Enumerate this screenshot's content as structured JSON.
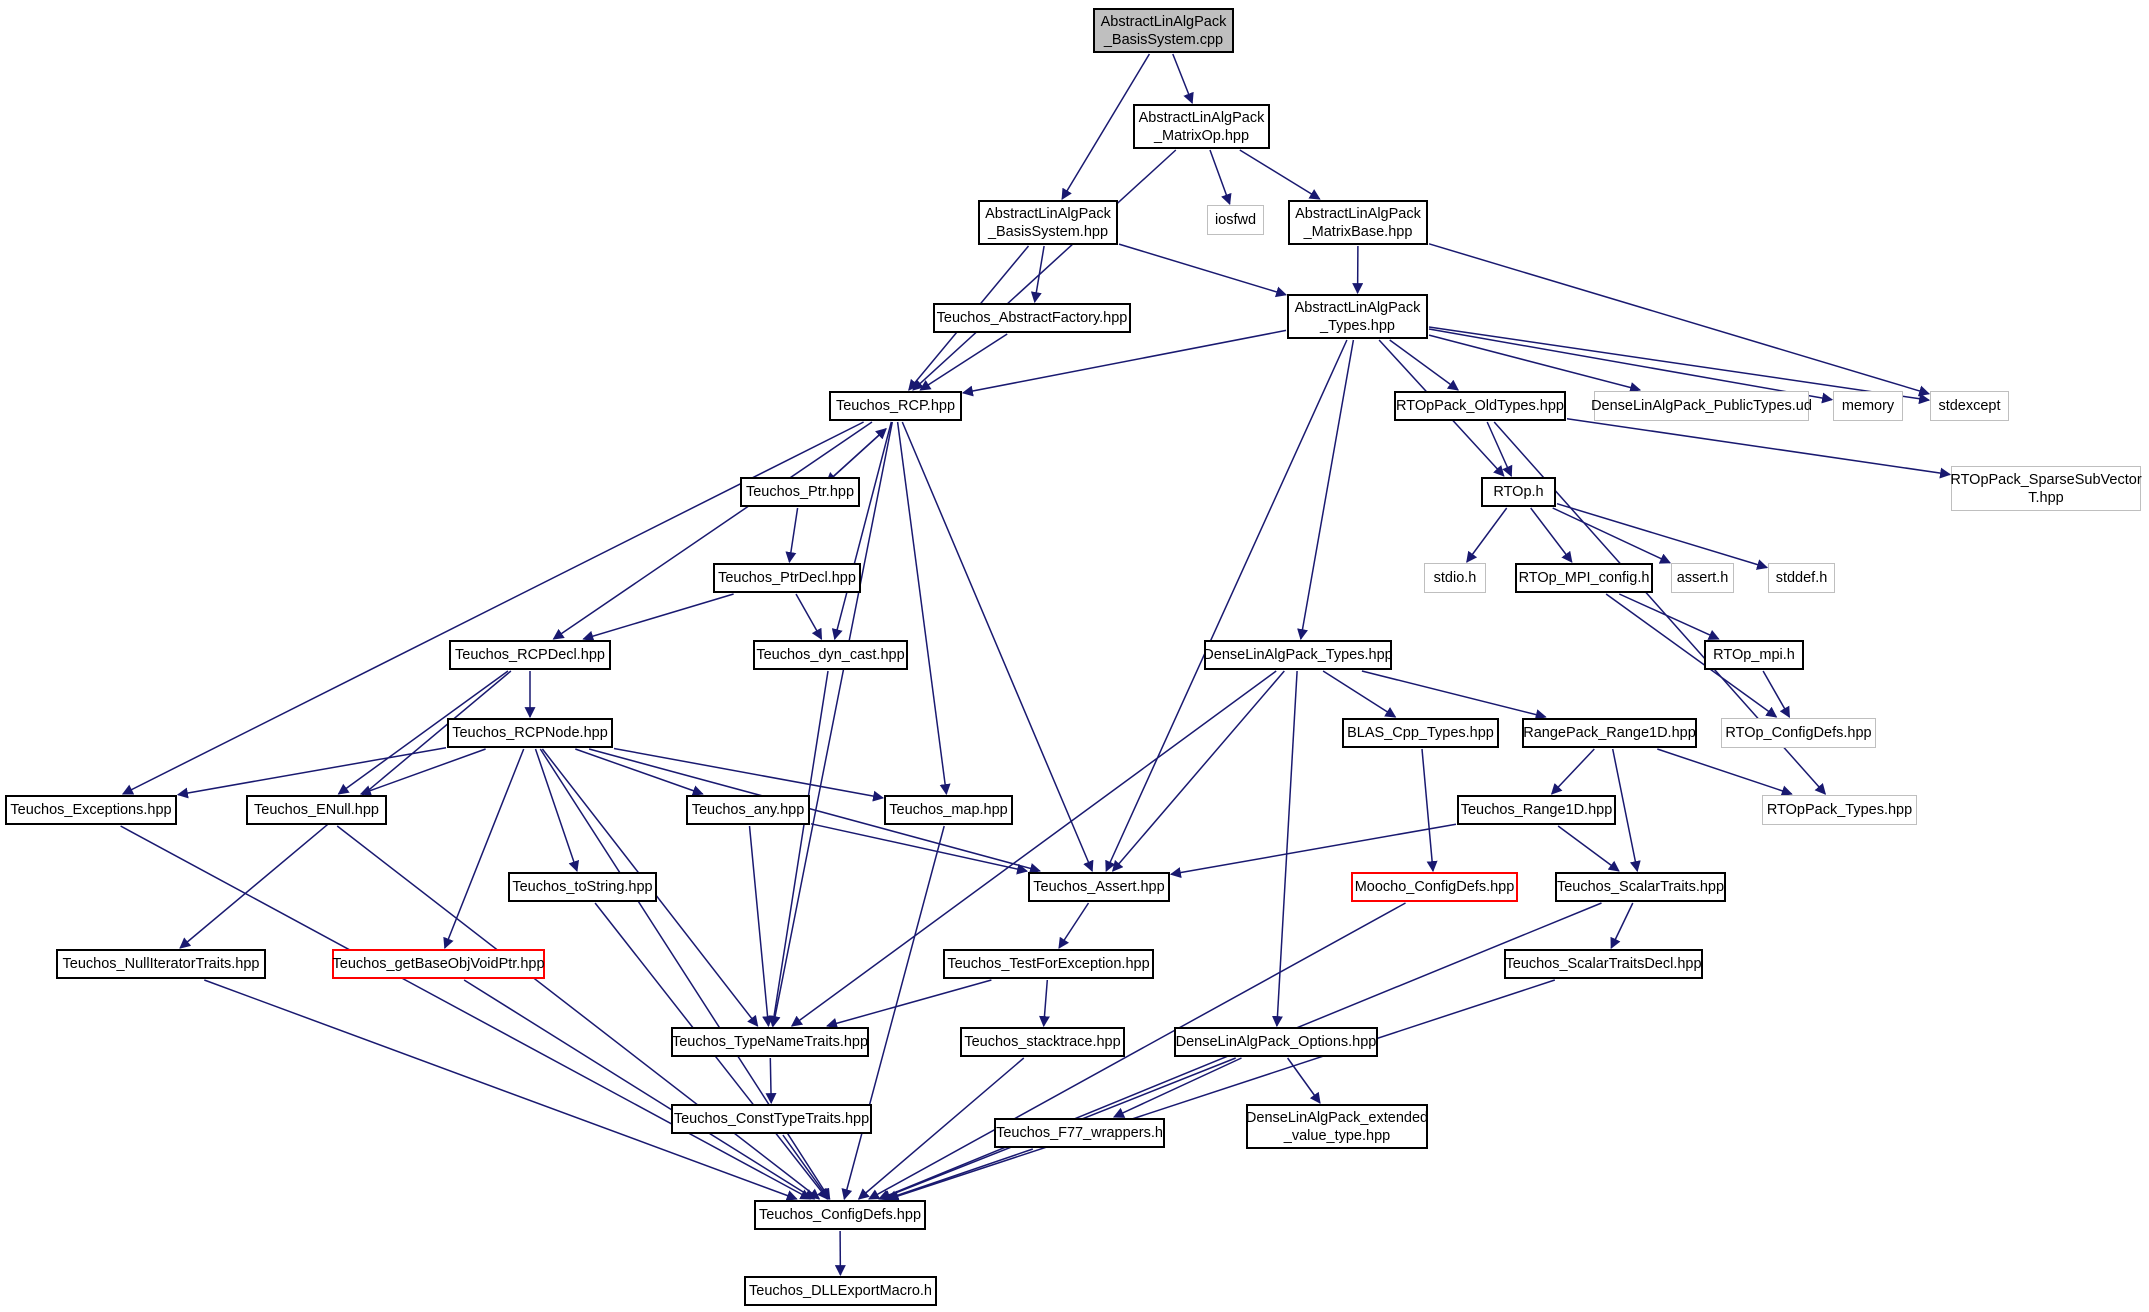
{
  "diagram": {
    "colors": {
      "edge": "#191970",
      "border": "#000000",
      "external_border": "#bfbfbf",
      "warning_border": "#ff0000",
      "root_fill": "#bfbfbf"
    },
    "nodes": [
      {
        "id": "root",
        "label": "AbstractLinAlgPack\n_BasisSystem.cpp",
        "style": "root"
      },
      {
        "id": "matrixop",
        "label": "AbstractLinAlgPack\n_MatrixOp.hpp",
        "style": "normal"
      },
      {
        "id": "basissys_hpp",
        "label": "AbstractLinAlgPack\n_BasisSystem.hpp",
        "style": "normal"
      },
      {
        "id": "iosfwd",
        "label": "iosfwd",
        "style": "external"
      },
      {
        "id": "matrixbase",
        "label": "AbstractLinAlgPack\n_MatrixBase.hpp",
        "style": "normal"
      },
      {
        "id": "absfactory",
        "label": "Teuchos_AbstractFactory.hpp",
        "style": "normal"
      },
      {
        "id": "alp_types",
        "label": "AbstractLinAlgPack\n_Types.hpp",
        "style": "normal"
      },
      {
        "id": "rcp",
        "label": "Teuchos_RCP.hpp",
        "style": "normal"
      },
      {
        "id": "oldtypes",
        "label": "RTOpPack_OldTypes.hpp",
        "style": "normal"
      },
      {
        "id": "publictypes",
        "label": "DenseLinAlgPack_PublicTypes.ud",
        "style": "external"
      },
      {
        "id": "memory",
        "label": "memory",
        "style": "external"
      },
      {
        "id": "stdexcept",
        "label": "stdexcept",
        "style": "external"
      },
      {
        "id": "ptr",
        "label": "Teuchos_Ptr.hpp",
        "style": "normal"
      },
      {
        "id": "rtop_h",
        "label": "RTOp.h",
        "style": "normal"
      },
      {
        "id": "sparsesub",
        "label": "RTOpPack_SparseSubVector\nT.hpp",
        "style": "external"
      },
      {
        "id": "ptrdecl",
        "label": "Teuchos_PtrDecl.hpp",
        "style": "normal"
      },
      {
        "id": "stdio",
        "label": "stdio.h",
        "style": "external"
      },
      {
        "id": "mpiconfig",
        "label": "RTOp_MPI_config.h",
        "style": "normal"
      },
      {
        "id": "assert_h",
        "label": "assert.h",
        "style": "external"
      },
      {
        "id": "stddef",
        "label": "stddef.h",
        "style": "external"
      },
      {
        "id": "rcpdecl",
        "label": "Teuchos_RCPDecl.hpp",
        "style": "normal"
      },
      {
        "id": "dyncast",
        "label": "Teuchos_dyn_cast.hpp",
        "style": "normal"
      },
      {
        "id": "dla_types",
        "label": "DenseLinAlgPack_Types.hpp",
        "style": "normal"
      },
      {
        "id": "rtop_mpi",
        "label": "RTOp_mpi.h",
        "style": "normal"
      },
      {
        "id": "rcpnode",
        "label": "Teuchos_RCPNode.hpp",
        "style": "normal"
      },
      {
        "id": "blas",
        "label": "BLAS_Cpp_Types.hpp",
        "style": "normal"
      },
      {
        "id": "range1d_rp",
        "label": "RangePack_Range1D.hpp",
        "style": "normal"
      },
      {
        "id": "rtop_configdefs",
        "label": "RTOp_ConfigDefs.hpp",
        "style": "external"
      },
      {
        "id": "exceptions",
        "label": "Teuchos_Exceptions.hpp",
        "style": "normal"
      },
      {
        "id": "enull",
        "label": "Teuchos_ENull.hpp",
        "style": "normal"
      },
      {
        "id": "any",
        "label": "Teuchos_any.hpp",
        "style": "normal"
      },
      {
        "id": "map",
        "label": "Teuchos_map.hpp",
        "style": "normal"
      },
      {
        "id": "range1d_t",
        "label": "Teuchos_Range1D.hpp",
        "style": "normal"
      },
      {
        "id": "rtoppack_types",
        "label": "RTOpPack_Types.hpp",
        "style": "external"
      },
      {
        "id": "tostring",
        "label": "Teuchos_toString.hpp",
        "style": "normal"
      },
      {
        "id": "assert",
        "label": "Teuchos_Assert.hpp",
        "style": "normal"
      },
      {
        "id": "moocho",
        "label": "Moocho_ConfigDefs.hpp",
        "style": "warning"
      },
      {
        "id": "scalartraits",
        "label": "Teuchos_ScalarTraits.hpp",
        "style": "normal"
      },
      {
        "id": "nulliter",
        "label": "Teuchos_NullIteratorTraits.hpp",
        "style": "normal"
      },
      {
        "id": "getbase",
        "label": "Teuchos_getBaseObjVoidPtr.hpp",
        "style": "warning"
      },
      {
        "id": "testforexc",
        "label": "Teuchos_TestForException.hpp",
        "style": "normal"
      },
      {
        "id": "scalartraitsdecl",
        "label": "Teuchos_ScalarTraitsDecl.hpp",
        "style": "normal"
      },
      {
        "id": "typenametraits",
        "label": "Teuchos_TypeNameTraits.hpp",
        "style": "normal"
      },
      {
        "id": "stacktrace",
        "label": "Teuchos_stacktrace.hpp",
        "style": "normal"
      },
      {
        "id": "dla_options",
        "label": "DenseLinAlgPack_Options.hpp",
        "style": "normal"
      },
      {
        "id": "consttypetraits",
        "label": "Teuchos_ConstTypeTraits.hpp",
        "style": "normal"
      },
      {
        "id": "f77",
        "label": "Teuchos_F77_wrappers.h",
        "style": "normal"
      },
      {
        "id": "extvalue",
        "label": "DenseLinAlgPack_extended\n_value_type.hpp",
        "style": "normal"
      },
      {
        "id": "configdefs",
        "label": "Teuchos_ConfigDefs.hpp",
        "style": "normal"
      },
      {
        "id": "dllexport",
        "label": "Teuchos_DLLExportMacro.h",
        "style": "normal"
      }
    ],
    "edges": [
      [
        "root",
        "matrixop"
      ],
      [
        "root",
        "basissys_hpp"
      ],
      [
        "matrixop",
        "iosfwd"
      ],
      [
        "matrixop",
        "matrixbase"
      ],
      [
        "matrixop",
        "rcp"
      ],
      [
        "basissys_hpp",
        "absfactory"
      ],
      [
        "basissys_hpp",
        "rcp"
      ],
      [
        "basissys_hpp",
        "alp_types"
      ],
      [
        "matrixbase",
        "alp_types"
      ],
      [
        "matrixbase",
        "stdexcept"
      ],
      [
        "absfactory",
        "rcp"
      ],
      [
        "alp_types",
        "rcp"
      ],
      [
        "alp_types",
        "oldtypes"
      ],
      [
        "alp_types",
        "publictypes"
      ],
      [
        "alp_types",
        "memory"
      ],
      [
        "alp_types",
        "stdexcept"
      ],
      [
        "alp_types",
        "rtop_h"
      ],
      [
        "alp_types",
        "dla_types"
      ],
      [
        "alp_types",
        "assert"
      ],
      [
        "rcp",
        "ptr"
      ],
      [
        "ptr",
        "rcp"
      ],
      [
        "ptr",
        "ptrdecl"
      ],
      [
        "rcp",
        "rcpdecl"
      ],
      [
        "rcp",
        "dyncast"
      ],
      [
        "rcp",
        "map"
      ],
      [
        "rcp",
        "assert"
      ],
      [
        "rcp",
        "typenametraits"
      ],
      [
        "rcp",
        "exceptions"
      ],
      [
        "oldtypes",
        "rtop_h"
      ],
      [
        "oldtypes",
        "sparsesub"
      ],
      [
        "oldtypes",
        "rtoppack_types"
      ],
      [
        "rtop_h",
        "stdio"
      ],
      [
        "rtop_h",
        "mpiconfig"
      ],
      [
        "rtop_h",
        "assert_h"
      ],
      [
        "rtop_h",
        "stddef"
      ],
      [
        "mpiconfig",
        "rtop_mpi"
      ],
      [
        "mpiconfig",
        "rtop_configdefs"
      ],
      [
        "rtop_mpi",
        "rtop_configdefs"
      ],
      [
        "ptrdecl",
        "rcpdecl"
      ],
      [
        "ptrdecl",
        "dyncast"
      ],
      [
        "rcpdecl",
        "rcpnode"
      ],
      [
        "rcpdecl",
        "enull"
      ],
      [
        "rcpdecl",
        "nulliter"
      ],
      [
        "dyncast",
        "typenametraits"
      ],
      [
        "rcpnode",
        "exceptions"
      ],
      [
        "rcpnode",
        "enull"
      ],
      [
        "rcpnode",
        "any"
      ],
      [
        "rcpnode",
        "map"
      ],
      [
        "rcpnode",
        "assert"
      ],
      [
        "rcpnode",
        "tostring"
      ],
      [
        "rcpnode",
        "getbase"
      ],
      [
        "rcpnode",
        "typenametraits"
      ],
      [
        "rcpnode",
        "configdefs"
      ],
      [
        "dla_types",
        "blas"
      ],
      [
        "dla_types",
        "range1d_rp"
      ],
      [
        "dla_types",
        "assert"
      ],
      [
        "dla_types",
        "typenametraits"
      ],
      [
        "dla_types",
        "dla_options"
      ],
      [
        "blas",
        "moocho"
      ],
      [
        "range1d_rp",
        "range1d_t"
      ],
      [
        "range1d_rp",
        "scalartraits"
      ],
      [
        "range1d_rp",
        "rtoppack_types"
      ],
      [
        "range1d_t",
        "assert"
      ],
      [
        "range1d_t",
        "scalartraits"
      ],
      [
        "any",
        "assert"
      ],
      [
        "any",
        "typenametraits"
      ],
      [
        "assert",
        "testforexc"
      ],
      [
        "testforexc",
        "typenametraits"
      ],
      [
        "testforexc",
        "stacktrace"
      ],
      [
        "scalartraits",
        "scalartraitsdecl"
      ],
      [
        "scalartraits",
        "configdefs"
      ],
      [
        "dla_options",
        "f77"
      ],
      [
        "dla_options",
        "extvalue"
      ],
      [
        "dla_options",
        "configdefs"
      ],
      [
        "typenametraits",
        "consttypetraits"
      ],
      [
        "exceptions",
        "configdefs"
      ],
      [
        "enull",
        "configdefs"
      ],
      [
        "nulliter",
        "configdefs"
      ],
      [
        "getbase",
        "configdefs"
      ],
      [
        "tostring",
        "configdefs"
      ],
      [
        "map",
        "configdefs"
      ],
      [
        "stacktrace",
        "configdefs"
      ],
      [
        "consttypetraits",
        "configdefs"
      ],
      [
        "f77",
        "configdefs"
      ],
      [
        "moocho",
        "configdefs"
      ],
      [
        "scalartraitsdecl",
        "configdefs"
      ],
      [
        "configdefs",
        "dllexport"
      ]
    ]
  }
}
